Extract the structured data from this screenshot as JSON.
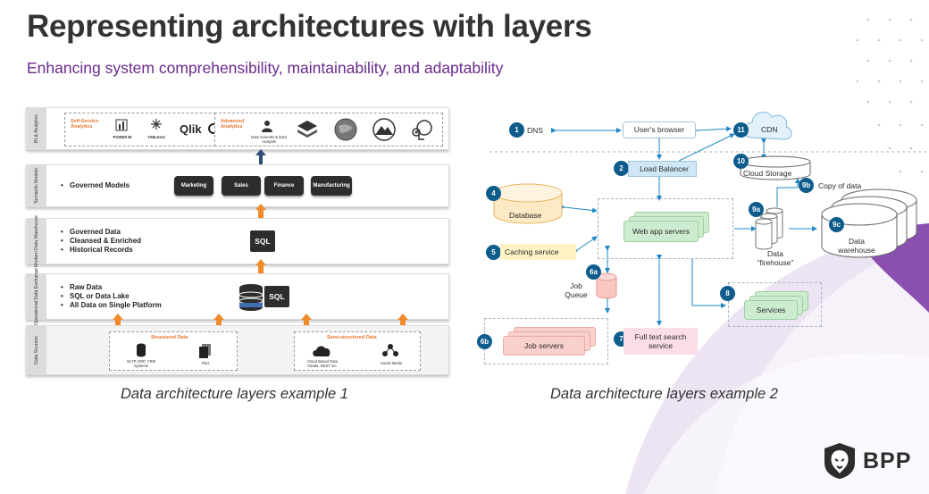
{
  "slide": {
    "title": "Representing architectures with layers",
    "subtitle": "Enhancing system comprehensibility, maintainability, and adaptability",
    "caption_1": "Data architecture layers example 1",
    "caption_2": "Data architecture layers example 2",
    "logo_text": "BPP"
  },
  "colors": {
    "accent_purple": "#6a2a8c",
    "arrow_orange": "#f08a2b",
    "node_blue": "#0e5c8c"
  },
  "diagram1": {
    "layers": [
      {
        "label": "BI & Analytics",
        "self_service_title": "Self-Service Analytics",
        "tools": [
          "POWER BI",
          "TABLEAU",
          "Qlik"
        ],
        "advanced_title": "Advanced Analytics",
        "advanced_caption": "Data Scientist & Data Analysts"
      },
      {
        "label": "Semantic Models",
        "items": [
          "Governed Models"
        ],
        "pills": [
          "Marketing",
          "Sales",
          "Finance",
          "Manufacturing"
        ]
      },
      {
        "label": "Modern Data Warehouse",
        "items": [
          "Governed Data",
          "Cleansed & Enriched",
          "Historical Records"
        ],
        "sql": "SQL"
      },
      {
        "label": "Operational Data Exchange",
        "items": [
          "Raw Data",
          "SQL or Data Lake",
          "All Data on Single Platform"
        ],
        "sql": "SQL"
      },
      {
        "label": "Data Sources",
        "structured_title": "Structured Data",
        "structured_db_caption": "OLTP, ERP, CRM Systems",
        "structured_files_caption": "Files",
        "semi_title": "Semi-structured Data",
        "semi_cloud_caption": "Cloud Based Data OData, REST etc.",
        "semi_social_caption": "Social Media"
      }
    ]
  },
  "diagram2": {
    "nodes": {
      "dns": {
        "num": "1",
        "label": "DNS"
      },
      "browser": {
        "label": "User's browser"
      },
      "cdn": {
        "num": "11",
        "label": "CDN"
      },
      "lb": {
        "num": "2",
        "label": "Load Balancer"
      },
      "cloud_storage": {
        "num": "10",
        "label": "Cloud Storage"
      },
      "copy": {
        "num": "9b",
        "label": "Copy of data"
      },
      "database": {
        "num": "4",
        "label": "Database"
      },
      "web": {
        "label": "Web app servers"
      },
      "firehose": {
        "num": "9a",
        "label": "Data “firehouse”"
      },
      "warehouse": {
        "num": "9c",
        "label": "Data warehouse"
      },
      "cache": {
        "num": "5",
        "label": "Caching service"
      },
      "queue": {
        "num": "6a",
        "label": "Job Queue"
      },
      "services": {
        "num": "8",
        "label": "Services"
      },
      "jobs": {
        "num": "6b",
        "label": "Job servers"
      },
      "fts": {
        "num": "7",
        "label": "Full text search service"
      }
    }
  }
}
